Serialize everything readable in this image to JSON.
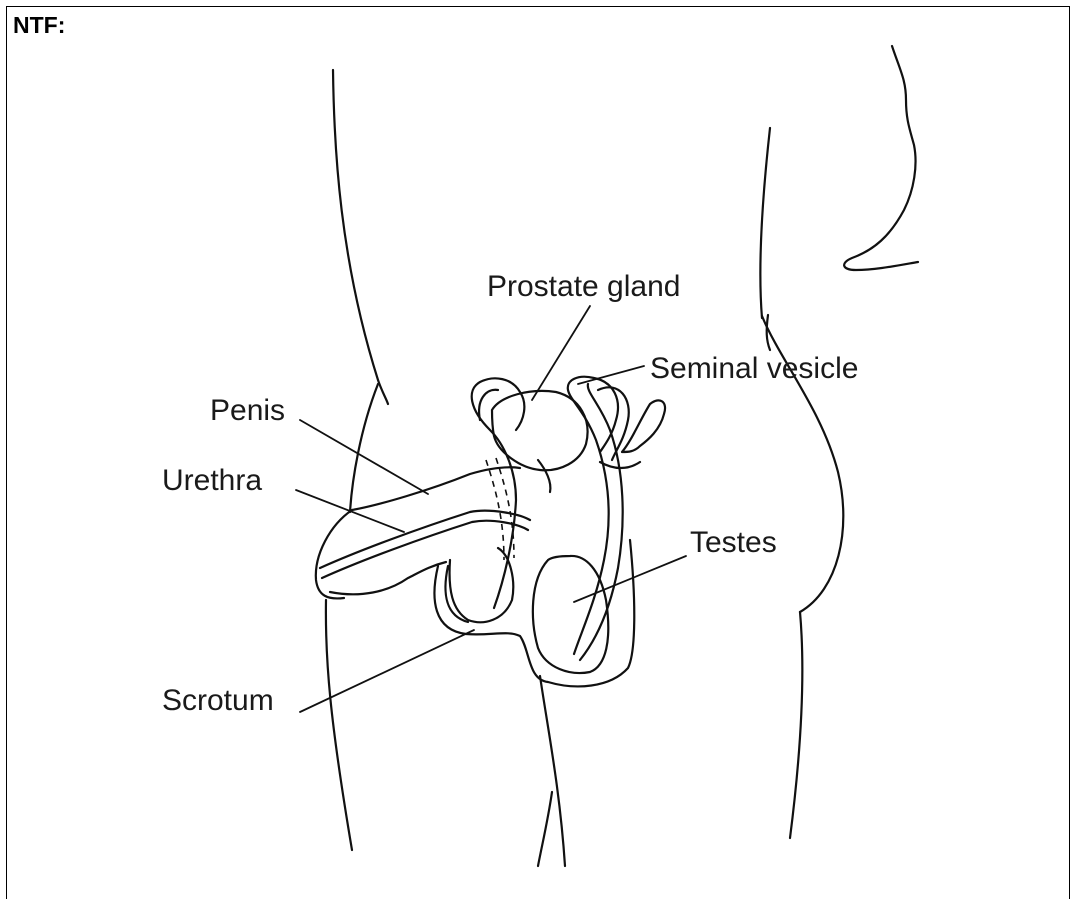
{
  "header": {
    "label": "NTF:"
  },
  "labels": {
    "prostate_gland": "Prostate gland",
    "seminal_vesicle": "Seminal vesicle",
    "penis": "Penis",
    "urethra": "Urethra",
    "testes": "Testes",
    "scrotum": "Scrotum"
  },
  "colors": {
    "line": "#111111",
    "background": "#ffffff"
  }
}
